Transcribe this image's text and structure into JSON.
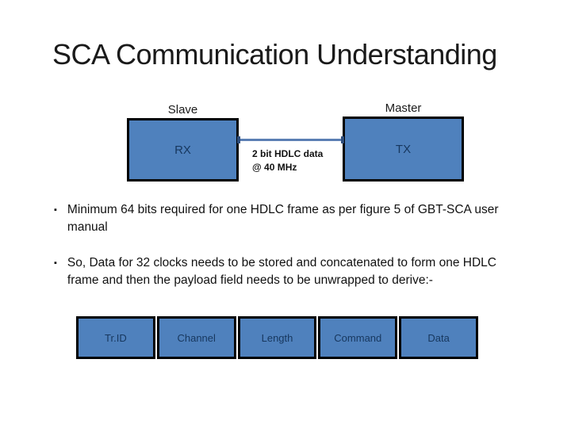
{
  "slide": {
    "title": "SCA Communication Understanding",
    "colors": {
      "box_fill": "#4f81bd",
      "box_border": "#000000",
      "box_text": "#17375e",
      "connector_line": "#5b7fb4",
      "connector_cap": "#2e4d7b",
      "body_text": "#111111",
      "background": "#ffffff"
    },
    "diagram": {
      "slave_label": "Slave",
      "master_label": "Master",
      "rx_label": "RX",
      "tx_label": "TX",
      "connector_label_line1": "2 bit HDLC data",
      "connector_label_line2": "@ 40 MHz"
    },
    "bullets": {
      "marker": "▪",
      "items": [
        "Minimum 64 bits required for one HDLC frame as per figure 5 of GBT-SCA user manual",
        "So, Data for 32 clocks needs to be stored and concatenated to form one HDLC frame and then the payload field needs to be unwrapped to derive:-"
      ]
    },
    "frame_fields": [
      "Tr.ID",
      "Channel",
      "Length",
      "Command",
      "Data"
    ]
  }
}
